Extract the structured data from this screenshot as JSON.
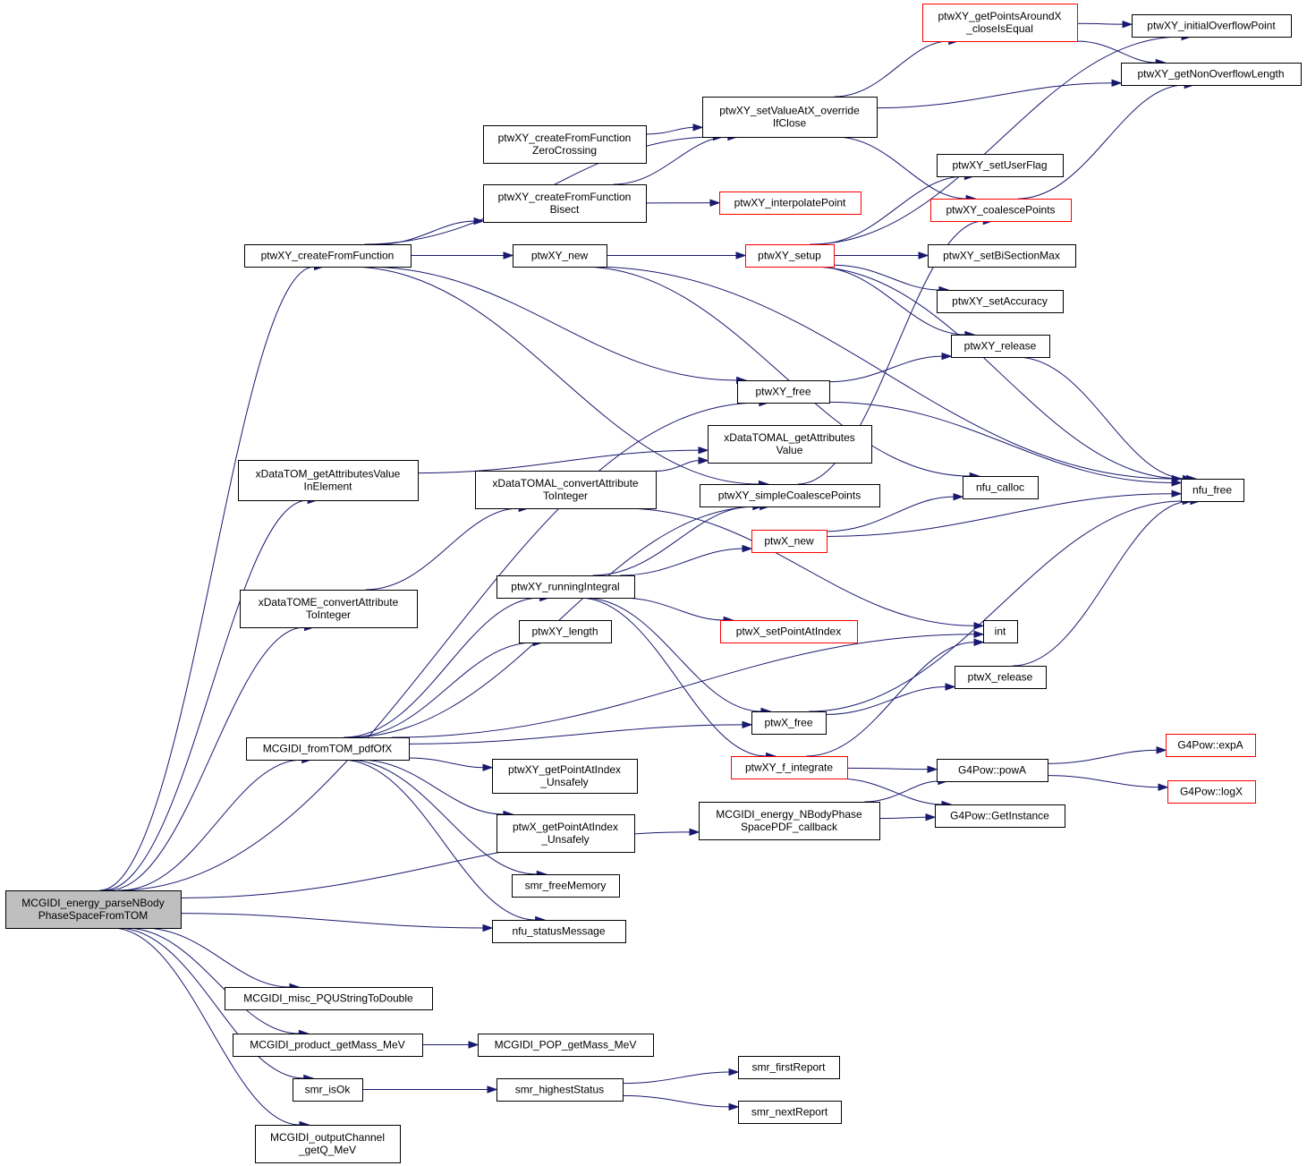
{
  "colors": {
    "edge": "#191970",
    "node_border": "#000000",
    "truncated_node_border": "#ff0000",
    "root_fill": "#bfbfbf",
    "node_fill": "#ffffff"
  },
  "nodes": [
    {
      "id": "root",
      "lines": [
        "MCGIDI_energy_parseNBody",
        "PhaseSpaceFromTOM"
      ],
      "style": "root"
    },
    {
      "id": "createFromFunction",
      "lines": [
        "ptwXY_createFromFunction"
      ],
      "style": "normal"
    },
    {
      "id": "createFromFunctionZeroCrossing",
      "lines": [
        "ptwXY_createFromFunction",
        "ZeroCrossing"
      ],
      "style": "normal"
    },
    {
      "id": "createFromFunctionBisect",
      "lines": [
        "ptwXY_createFromFunction",
        "Bisect"
      ],
      "style": "normal"
    },
    {
      "id": "setValueAtX",
      "lines": [
        "ptwXY_setValueAtX_override",
        "IfClose"
      ],
      "style": "normal"
    },
    {
      "id": "getPointsAroundX",
      "lines": [
        "ptwXY_getPointsAroundX",
        "_closeIsEqual"
      ],
      "style": "truncated"
    },
    {
      "id": "initialOverflowPoint",
      "lines": [
        "ptwXY_initialOverflowPoint"
      ],
      "style": "normal"
    },
    {
      "id": "getNonOverflowLength",
      "lines": [
        "ptwXY_getNonOverflowLength"
      ],
      "style": "normal"
    },
    {
      "id": "setUserFlag",
      "lines": [
        "ptwXY_setUserFlag"
      ],
      "style": "normal"
    },
    {
      "id": "coalescePoints",
      "lines": [
        "ptwXY_coalescePoints"
      ],
      "style": "truncated"
    },
    {
      "id": "interpolatePoint",
      "lines": [
        "ptwXY_interpolatePoint"
      ],
      "style": "truncated"
    },
    {
      "id": "ptwXY_new",
      "lines": [
        "ptwXY_new"
      ],
      "style": "normal"
    },
    {
      "id": "setup",
      "lines": [
        "ptwXY_setup"
      ],
      "style": "truncated"
    },
    {
      "id": "setBiSectionMax",
      "lines": [
        "ptwXY_setBiSectionMax"
      ],
      "style": "normal"
    },
    {
      "id": "setAccuracy",
      "lines": [
        "ptwXY_setAccuracy"
      ],
      "style": "normal"
    },
    {
      "id": "ptwXY_release",
      "lines": [
        "ptwXY_release"
      ],
      "style": "normal"
    },
    {
      "id": "ptwXY_free",
      "lines": [
        "ptwXY_free"
      ],
      "style": "normal"
    },
    {
      "id": "nfu_free",
      "lines": [
        "nfu_free"
      ],
      "style": "normal"
    },
    {
      "id": "xDataTOMAL_getAttributesValue",
      "lines": [
        "xDataTOMAL_getAttributes",
        "Value"
      ],
      "style": "normal"
    },
    {
      "id": "xDataTOM_getAttributesValueInElement",
      "lines": [
        "xDataTOM_getAttributesValue",
        "InElement"
      ],
      "style": "normal"
    },
    {
      "id": "xDataTOMAL_convertAttributeToInteger",
      "lines": [
        "xDataTOMAL_convertAttribute",
        "ToInteger"
      ],
      "style": "normal"
    },
    {
      "id": "simpleCoalescePoints",
      "lines": [
        "ptwXY_simpleCoalescePoints"
      ],
      "style": "normal"
    },
    {
      "id": "nfu_calloc",
      "lines": [
        "nfu_calloc"
      ],
      "style": "normal"
    },
    {
      "id": "ptwX_new",
      "lines": [
        "ptwX_new"
      ],
      "style": "truncated"
    },
    {
      "id": "xDataTOME_convertAttributeToInteger",
      "lines": [
        "xDataTOME_convertAttribute",
        "ToInteger"
      ],
      "style": "normal"
    },
    {
      "id": "runningIntegral",
      "lines": [
        "ptwXY_runningIntegral"
      ],
      "style": "normal"
    },
    {
      "id": "setPointAtIndex",
      "lines": [
        "ptwX_setPointAtIndex"
      ],
      "style": "truncated"
    },
    {
      "id": "ptwXY_length",
      "lines": [
        "ptwXY_length"
      ],
      "style": "normal"
    },
    {
      "id": "int",
      "lines": [
        "int"
      ],
      "style": "normal"
    },
    {
      "id": "ptwX_release",
      "lines": [
        "ptwX_release"
      ],
      "style": "normal"
    },
    {
      "id": "fromTOM_pdfOfX",
      "lines": [
        "MCGIDI_fromTOM_pdfOfX"
      ],
      "style": "normal"
    },
    {
      "id": "ptwX_free",
      "lines": [
        "ptwX_free"
      ],
      "style": "normal"
    },
    {
      "id": "expA",
      "lines": [
        "G4Pow::expA"
      ],
      "style": "truncated"
    },
    {
      "id": "f_integrate",
      "lines": [
        "ptwXY_f_integrate"
      ],
      "style": "truncated"
    },
    {
      "id": "powA",
      "lines": [
        "G4Pow::powA"
      ],
      "style": "normal"
    },
    {
      "id": "getPointAtIndexXY",
      "lines": [
        "ptwXY_getPointAtIndex",
        "_Unsafely"
      ],
      "style": "normal"
    },
    {
      "id": "logX",
      "lines": [
        "G4Pow::logX"
      ],
      "style": "truncated"
    },
    {
      "id": "callback",
      "lines": [
        "MCGIDI_energy_NBodyPhase",
        "SpacePDF_callback"
      ],
      "style": "normal"
    },
    {
      "id": "getInstance",
      "lines": [
        "G4Pow::GetInstance"
      ],
      "style": "normal"
    },
    {
      "id": "getPointAtIndexX",
      "lines": [
        "ptwX_getPointAtIndex",
        "_Unsafely"
      ],
      "style": "normal"
    },
    {
      "id": "smr_freeMemory",
      "lines": [
        "smr_freeMemory"
      ],
      "style": "normal"
    },
    {
      "id": "nfu_statusMessage",
      "lines": [
        "nfu_statusMessage"
      ],
      "style": "normal"
    },
    {
      "id": "PQUStringToDouble",
      "lines": [
        "MCGIDI_misc_PQUStringToDouble"
      ],
      "style": "normal"
    },
    {
      "id": "product_getMass",
      "lines": [
        "MCGIDI_product_getMass_MeV"
      ],
      "style": "normal"
    },
    {
      "id": "POP_getMass",
      "lines": [
        "MCGIDI_POP_getMass_MeV"
      ],
      "style": "normal"
    },
    {
      "id": "smr_firstReport",
      "lines": [
        "smr_firstReport"
      ],
      "style": "normal"
    },
    {
      "id": "smr_isOk",
      "lines": [
        "smr_isOk"
      ],
      "style": "normal"
    },
    {
      "id": "smr_highestStatus",
      "lines": [
        "smr_highestStatus"
      ],
      "style": "normal"
    },
    {
      "id": "smr_nextReport",
      "lines": [
        "smr_nextReport"
      ],
      "style": "normal"
    },
    {
      "id": "outputChannel_getQ",
      "lines": [
        "MCGIDI_outputChannel",
        "_getQ_MeV"
      ],
      "style": "normal"
    }
  ],
  "edges": [
    [
      "root",
      "createFromFunction"
    ],
    [
      "root",
      "ptwXY_free"
    ],
    [
      "root",
      "xDataTOM_getAttributesValueInElement"
    ],
    [
      "root",
      "xDataTOME_convertAttributeToInteger"
    ],
    [
      "root",
      "fromTOM_pdfOfX"
    ],
    [
      "root",
      "nfu_statusMessage"
    ],
    [
      "root",
      "callback"
    ],
    [
      "root",
      "PQUStringToDouble"
    ],
    [
      "root",
      "product_getMass"
    ],
    [
      "root",
      "smr_isOk"
    ],
    [
      "root",
      "outputChannel_getQ"
    ],
    [
      "createFromFunction",
      "setValueAtX"
    ],
    [
      "createFromFunction",
      "createFromFunctionBisect"
    ],
    [
      "createFromFunction",
      "ptwXY_new"
    ],
    [
      "createFromFunction",
      "ptwXY_free"
    ],
    [
      "createFromFunction",
      "simpleCoalescePoints"
    ],
    [
      "createFromFunctionZeroCrossing",
      "setValueAtX"
    ],
    [
      "createFromFunctionBisect",
      "setValueAtX"
    ],
    [
      "createFromFunctionBisect",
      "interpolatePoint"
    ],
    [
      "setValueAtX",
      "getPointsAroundX"
    ],
    [
      "setValueAtX",
      "getNonOverflowLength"
    ],
    [
      "setValueAtX",
      "coalescePoints"
    ],
    [
      "getPointsAroundX",
      "initialOverflowPoint"
    ],
    [
      "getPointsAroundX",
      "getNonOverflowLength"
    ],
    [
      "coalescePoints",
      "getNonOverflowLength"
    ],
    [
      "ptwXY_new",
      "setup"
    ],
    [
      "ptwXY_new",
      "nfu_calloc"
    ],
    [
      "ptwXY_new",
      "nfu_free"
    ],
    [
      "setup",
      "initialOverflowPoint"
    ],
    [
      "setup",
      "setUserFlag"
    ],
    [
      "setup",
      "setBiSectionMax"
    ],
    [
      "setup",
      "setAccuracy"
    ],
    [
      "setup",
      "ptwXY_release"
    ],
    [
      "setup",
      "nfu_free"
    ],
    [
      "ptwXY_release",
      "nfu_free"
    ],
    [
      "ptwXY_free",
      "ptwXY_release"
    ],
    [
      "ptwXY_free",
      "nfu_free"
    ],
    [
      "xDataTOM_getAttributesValueInElement",
      "xDataTOMAL_getAttributesValue"
    ],
    [
      "xDataTOMAL_convertAttributeToInteger",
      "xDataTOMAL_getAttributesValue"
    ],
    [
      "xDataTOMAL_convertAttributeToInteger",
      "int"
    ],
    [
      "xDataTOME_convertAttributeToInteger",
      "xDataTOMAL_convertAttributeToInteger"
    ],
    [
      "simpleCoalescePoints",
      "coalescePoints"
    ],
    [
      "ptwX_new",
      "nfu_calloc"
    ],
    [
      "ptwX_new",
      "nfu_free"
    ],
    [
      "runningIntegral",
      "simpleCoalescePoints"
    ],
    [
      "runningIntegral",
      "ptwX_new"
    ],
    [
      "runningIntegral",
      "setPointAtIndex"
    ],
    [
      "runningIntegral",
      "ptwX_free"
    ],
    [
      "runningIntegral",
      "f_integrate"
    ],
    [
      "fromTOM_pdfOfX",
      "simpleCoalescePoints"
    ],
    [
      "fromTOM_pdfOfX",
      "runningIntegral"
    ],
    [
      "fromTOM_pdfOfX",
      "ptwXY_length"
    ],
    [
      "fromTOM_pdfOfX",
      "int"
    ],
    [
      "fromTOM_pdfOfX",
      "ptwX_free"
    ],
    [
      "fromTOM_pdfOfX",
      "getPointAtIndexXY"
    ],
    [
      "fromTOM_pdfOfX",
      "getPointAtIndexX"
    ],
    [
      "fromTOM_pdfOfX",
      "smr_freeMemory"
    ],
    [
      "fromTOM_pdfOfX",
      "nfu_statusMessage"
    ],
    [
      "ptwX_free",
      "ptwX_release"
    ],
    [
      "ptwX_free",
      "nfu_free"
    ],
    [
      "ptwX_release",
      "nfu_free"
    ],
    [
      "f_integrate",
      "int"
    ],
    [
      "f_integrate",
      "powA"
    ],
    [
      "f_integrate",
      "getInstance"
    ],
    [
      "powA",
      "expA"
    ],
    [
      "powA",
      "logX"
    ],
    [
      "callback",
      "powA"
    ],
    [
      "callback",
      "getInstance"
    ],
    [
      "product_getMass",
      "POP_getMass"
    ],
    [
      "smr_isOk",
      "smr_highestStatus"
    ],
    [
      "smr_highestStatus",
      "smr_firstReport"
    ],
    [
      "smr_highestStatus",
      "smr_nextReport"
    ]
  ]
}
